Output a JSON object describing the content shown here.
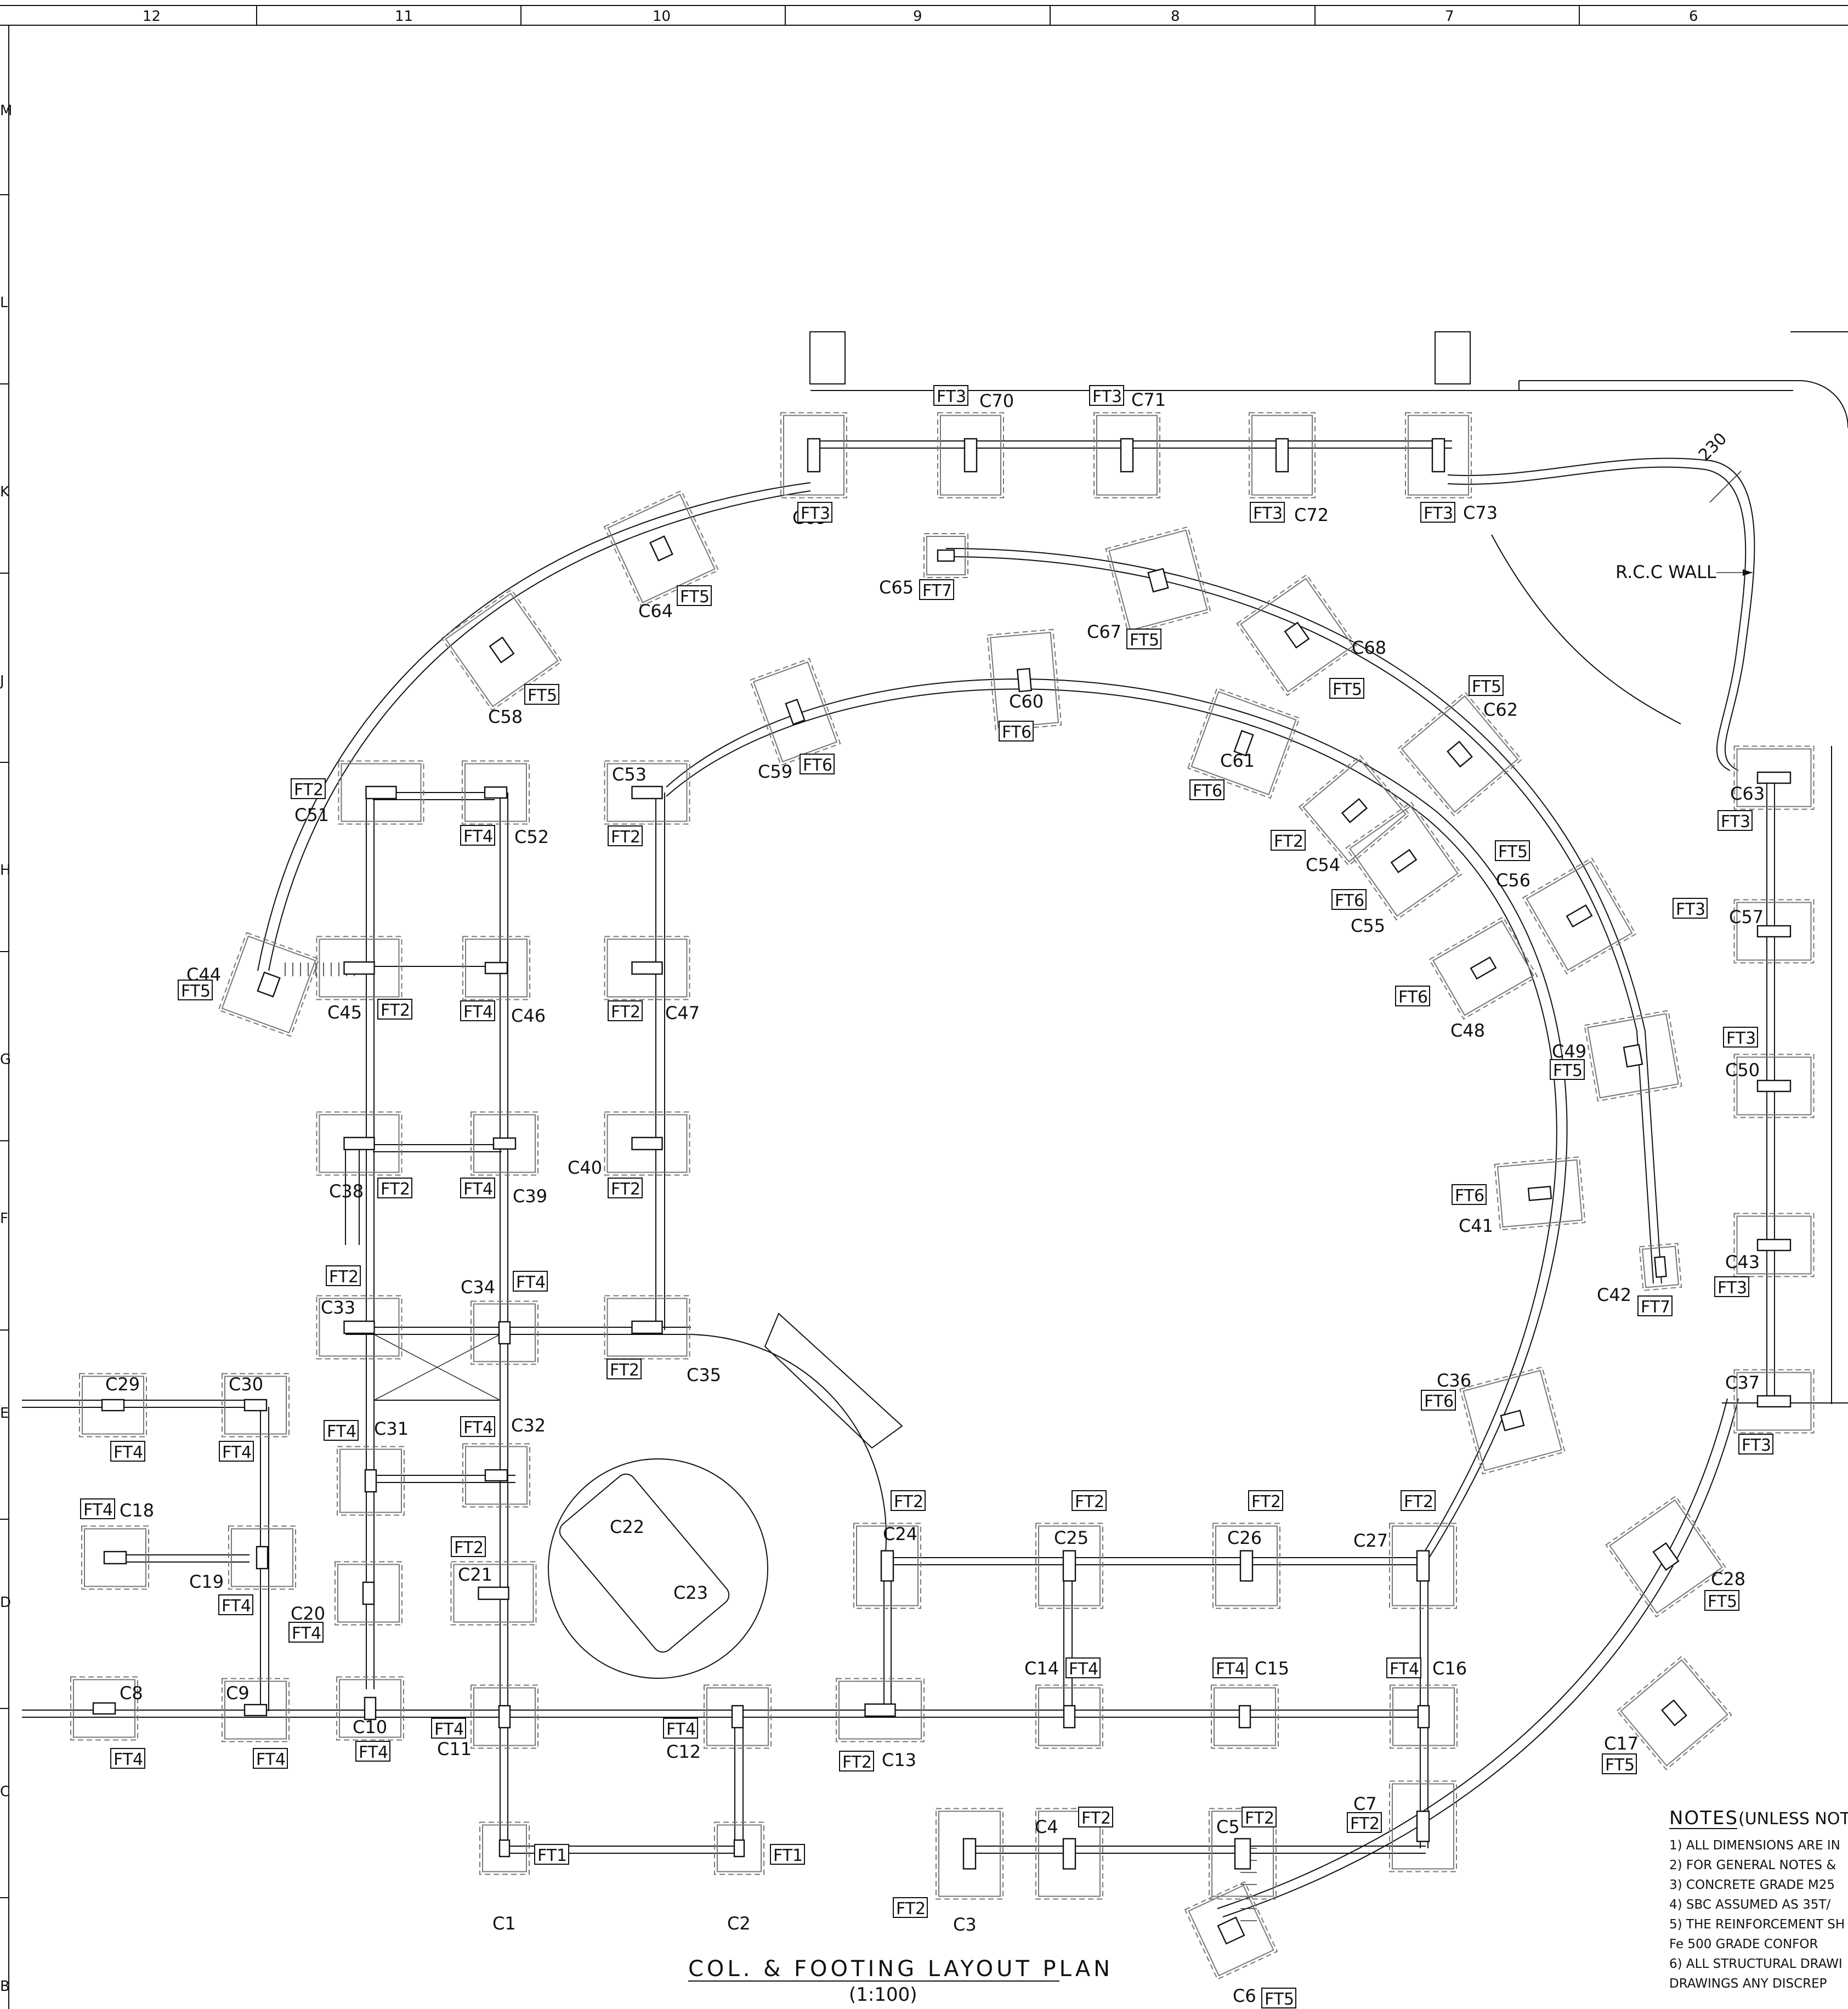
{
  "grid": {
    "columns": [
      "12",
      "11",
      "10",
      "9",
      "8",
      "7",
      "6"
    ],
    "rows": [
      "M",
      "L",
      "K",
      "J",
      "H",
      "G",
      "F",
      "E",
      "D",
      "C",
      "B"
    ]
  },
  "columns": [
    {
      "id": "C1",
      "tag": "FT1"
    },
    {
      "id": "C2",
      "tag": "FT1"
    },
    {
      "id": "C3",
      "tag": "FT2"
    },
    {
      "id": "C4",
      "tag": "FT2"
    },
    {
      "id": "C5",
      "tag": "FT2"
    },
    {
      "id": "C6",
      "tag": "FT5"
    },
    {
      "id": "C7",
      "tag": "FT2"
    },
    {
      "id": "C8",
      "tag": "FT4"
    },
    {
      "id": "C9",
      "tag": "FT4"
    },
    {
      "id": "C10",
      "tag": "FT4"
    },
    {
      "id": "C11",
      "tag": "FT4"
    },
    {
      "id": "C12",
      "tag": "FT4"
    },
    {
      "id": "C13",
      "tag": "FT2"
    },
    {
      "id": "C14",
      "tag": "FT4"
    },
    {
      "id": "C15",
      "tag": "FT4"
    },
    {
      "id": "C16",
      "tag": "FT4"
    },
    {
      "id": "C17",
      "tag": "FT5"
    },
    {
      "id": "C18",
      "tag": "FT4"
    },
    {
      "id": "C19",
      "tag": "FT4"
    },
    {
      "id": "C20",
      "tag": "FT4"
    },
    {
      "id": "C21",
      "tag": "FT2"
    },
    {
      "id": "C22",
      "tag": ""
    },
    {
      "id": "C23",
      "tag": ""
    },
    {
      "id": "C24",
      "tag": "FT2"
    },
    {
      "id": "C25",
      "tag": "FT2"
    },
    {
      "id": "C26",
      "tag": "FT2"
    },
    {
      "id": "C27",
      "tag": "FT2"
    },
    {
      "id": "C28",
      "tag": "FT5"
    },
    {
      "id": "C29",
      "tag": "FT4"
    },
    {
      "id": "C30",
      "tag": "FT4"
    },
    {
      "id": "C31",
      "tag": "FT4"
    },
    {
      "id": "C32",
      "tag": "FT4"
    },
    {
      "id": "C33",
      "tag": "FT2"
    },
    {
      "id": "C34",
      "tag": "FT4"
    },
    {
      "id": "C35",
      "tag": "FT2"
    },
    {
      "id": "C36",
      "tag": "FT6"
    },
    {
      "id": "C37",
      "tag": "FT3"
    },
    {
      "id": "C38",
      "tag": "FT2"
    },
    {
      "id": "C39",
      "tag": "FT4"
    },
    {
      "id": "C40",
      "tag": "FT2"
    },
    {
      "id": "C41",
      "tag": "FT6"
    },
    {
      "id": "C42",
      "tag": "FT7"
    },
    {
      "id": "C43",
      "tag": "FT3"
    },
    {
      "id": "C44",
      "tag": "FT5"
    },
    {
      "id": "C45",
      "tag": "FT2"
    },
    {
      "id": "C46",
      "tag": "FT4"
    },
    {
      "id": "C47",
      "tag": "FT2"
    },
    {
      "id": "C48",
      "tag": "FT6"
    },
    {
      "id": "C49",
      "tag": "FT5"
    },
    {
      "id": "C50",
      "tag": "FT3"
    },
    {
      "id": "C51",
      "tag": "FT2"
    },
    {
      "id": "C52",
      "tag": "FT4"
    },
    {
      "id": "C53",
      "tag": "FT2"
    },
    {
      "id": "C54",
      "tag": "FT2"
    },
    {
      "id": "C55",
      "tag": "FT6"
    },
    {
      "id": "C56",
      "tag": "FT5"
    },
    {
      "id": "C57",
      "tag": "FT3"
    },
    {
      "id": "C58",
      "tag": "FT5"
    },
    {
      "id": "C59",
      "tag": "FT6"
    },
    {
      "id": "C60",
      "tag": "FT6"
    },
    {
      "id": "C61",
      "tag": "FT6"
    },
    {
      "id": "C62",
      "tag": "FT5"
    },
    {
      "id": "C63",
      "tag": "FT3"
    },
    {
      "id": "C64",
      "tag": "FT5"
    },
    {
      "id": "C65",
      "tag": "FT7"
    },
    {
      "id": "C67",
      "tag": "FT5"
    },
    {
      "id": "C68",
      "tag": "FT5"
    },
    {
      "id": "C69",
      "tag": "FT3"
    },
    {
      "id": "C70",
      "tag": "FT3"
    },
    {
      "id": "C71",
      "tag": "FT3"
    },
    {
      "id": "C72",
      "tag": "FT3"
    },
    {
      "id": "C73",
      "tag": "FT3"
    }
  ],
  "wall": {
    "label": "R.C.C WALL",
    "dimension": "230"
  },
  "title": "COL. & FOOTING LAYOUT PLAN",
  "scale": "(1:100)",
  "notes": {
    "heading": "NOTES",
    "qualifier": "(UNLESS NOTED",
    "items": [
      "1) ALL DIMENSIONS ARE IN",
      "2) FOR GENERAL NOTES &",
      "3) CONCRETE GRADE M25",
      "4) SBC ASSUMED AS 35T/",
      "5) THE REINFORCEMENT SH",
      "   Fe 500 GRADE CONFOR",
      "6) ALL STRUCTURAL DRAWI",
      "   DRAWINGS ANY DISCREP"
    ]
  }
}
